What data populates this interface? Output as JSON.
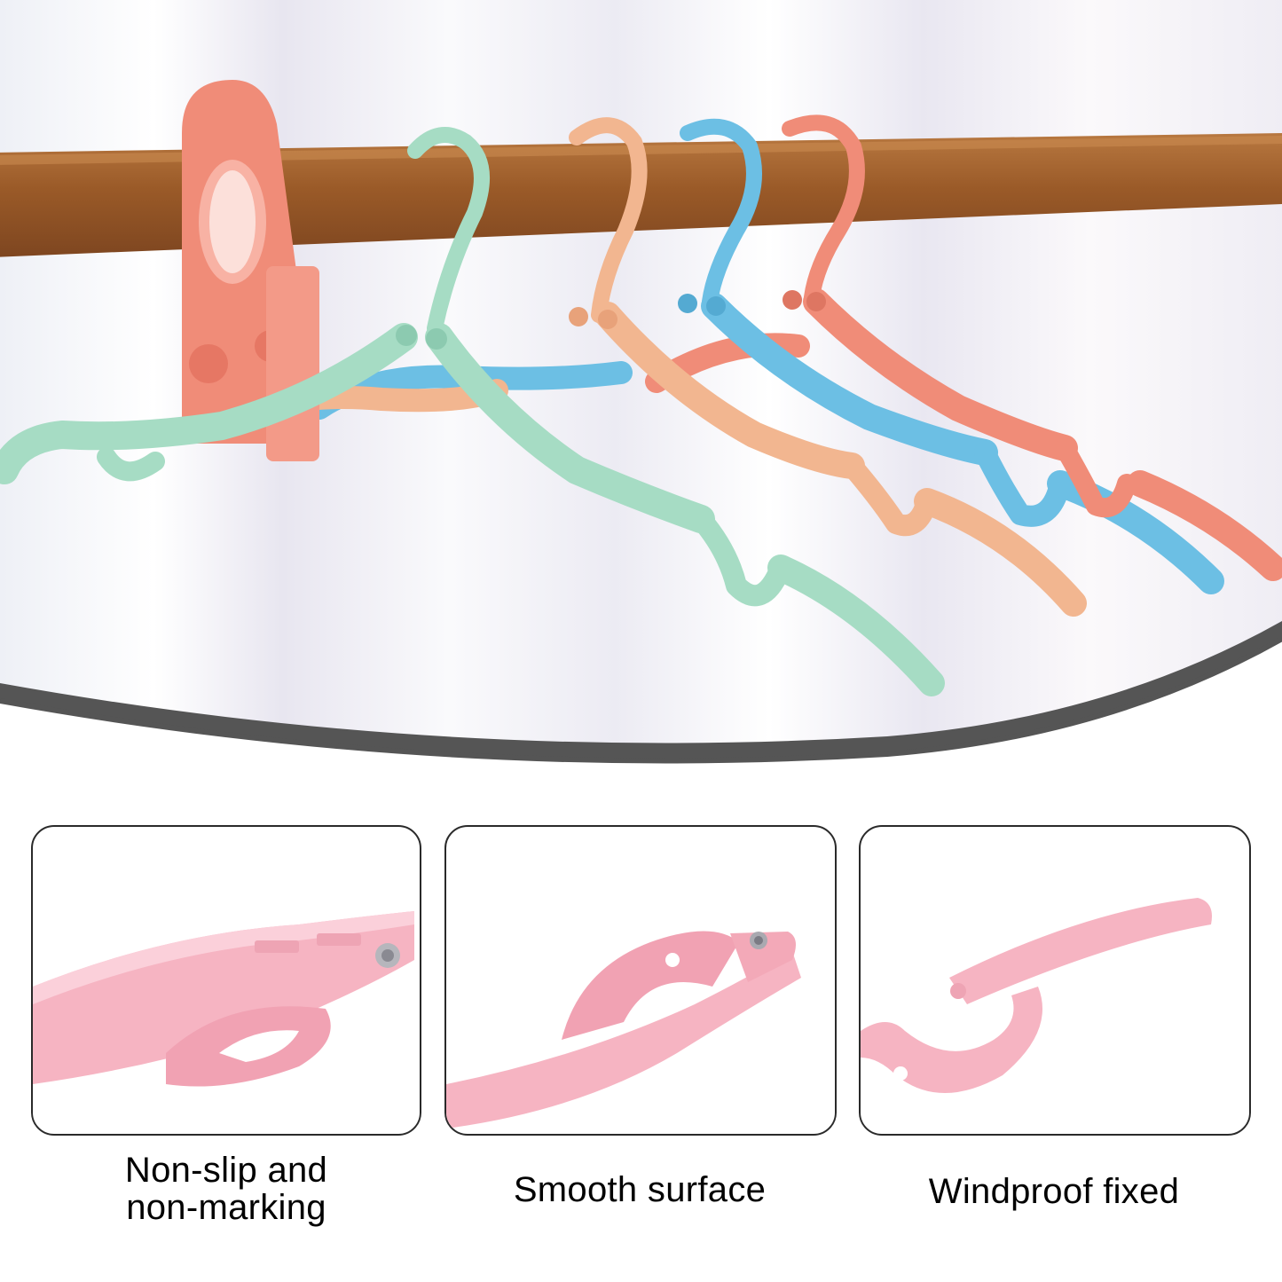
{
  "colors": {
    "rod": "#a0602c",
    "coral": "#f08c78",
    "mint": "#a6dcc4",
    "peach": "#f2b690",
    "sky": "#6cbfe4",
    "pink": "#f6b4c2",
    "shadow_band": "#555555"
  },
  "hanger_colors": [
    "coral",
    "mint",
    "peach",
    "sky",
    "coral"
  ],
  "features": [
    {
      "caption_line1": "Non-slip and",
      "caption_line2": "non-marking"
    },
    {
      "caption_line1": "Smooth surface",
      "caption_line2": ""
    },
    {
      "caption_line1": "Windproof fixed",
      "caption_line2": ""
    }
  ]
}
